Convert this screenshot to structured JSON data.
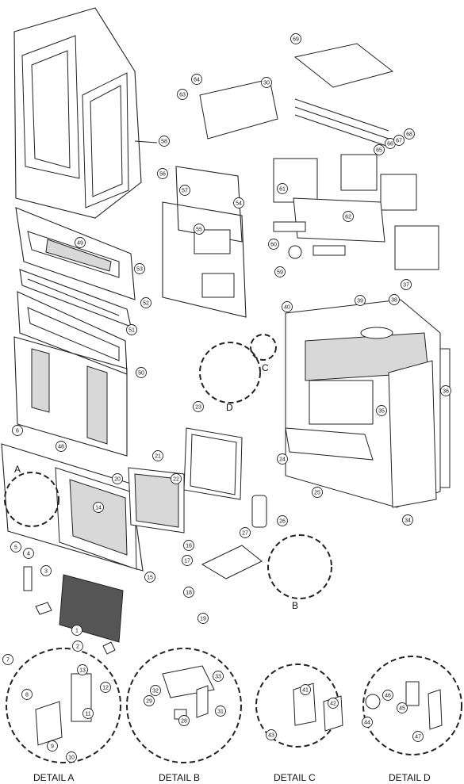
{
  "callouts": [
    "1",
    "2",
    "3",
    "4",
    "5",
    "6",
    "7",
    "8",
    "9",
    "10",
    "11",
    "12",
    "13",
    "14",
    "15",
    "16",
    "17",
    "18",
    "19",
    "20",
    "21",
    "22",
    "23",
    "24",
    "25",
    "26",
    "27",
    "28",
    "29",
    "30",
    "31",
    "32",
    "33",
    "34",
    "35",
    "36",
    "37",
    "38",
    "39",
    "40",
    "41",
    "42",
    "43",
    "44",
    "45",
    "46",
    "47",
    "48",
    "49",
    "50",
    "51",
    "52",
    "53",
    "54",
    "55",
    "56",
    "57",
    "58",
    "59",
    "60",
    "61",
    "62",
    "63",
    "64",
    "65",
    "66",
    "67",
    "68",
    "69"
  ],
  "labels": {
    "view_b": "B",
    "view_c": "C",
    "view_d": "D",
    "view_a": "A",
    "detail_a": "DETAIL A",
    "detail_b": "DETAIL B",
    "detail_c": "DETAIL C",
    "detail_d": "DETAIL D"
  }
}
